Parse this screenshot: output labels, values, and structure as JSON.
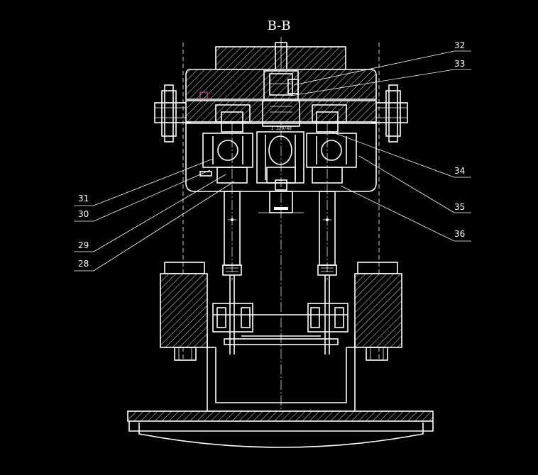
{
  "title": "B-B",
  "note": "I 320/40",
  "colors": {
    "background": "#000000",
    "line": "#ffffff",
    "accent": "#ff66cc"
  },
  "callouts": [
    {
      "id": "32",
      "text": "32"
    },
    {
      "id": "33",
      "text": "33"
    },
    {
      "id": "34",
      "text": "34"
    },
    {
      "id": "35",
      "text": "35"
    },
    {
      "id": "36",
      "text": "36"
    },
    {
      "id": "31",
      "text": "31"
    },
    {
      "id": "30",
      "text": "30"
    },
    {
      "id": "29",
      "text": "29"
    },
    {
      "id": "28",
      "text": "28"
    }
  ]
}
